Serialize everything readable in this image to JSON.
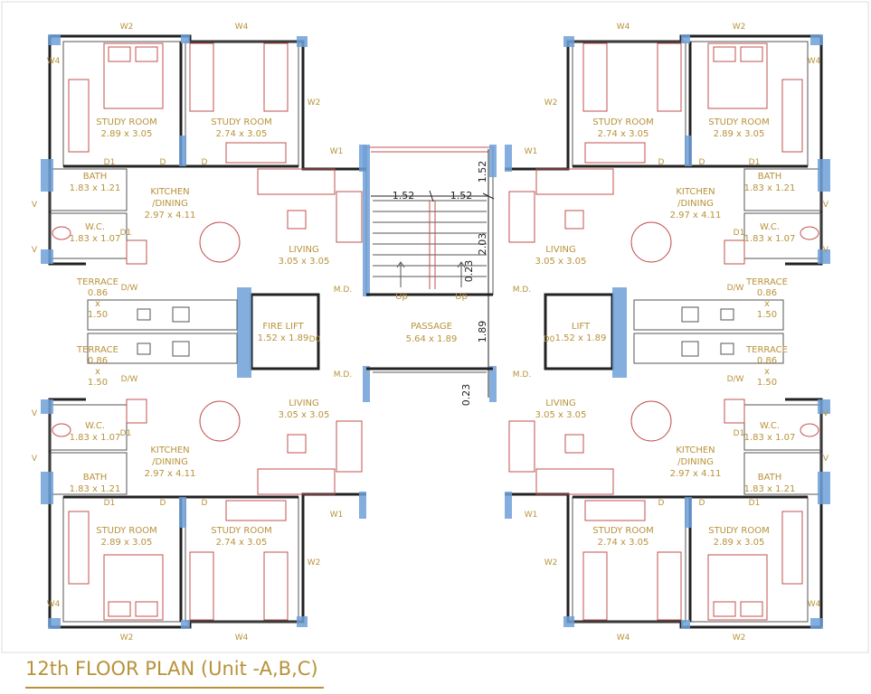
{
  "title": "12th FLOOR PLAN (Unit -A,B,C)",
  "colors": {
    "label": "#b8923a",
    "wall": "#222222",
    "window": "#6fa0d8",
    "furniture": "#c0504d"
  },
  "units": [
    {
      "id": "tl",
      "study1": "STUDY ROOM",
      "study1_dim": "2.89 x 3.05",
      "study2": "STUDY ROOM",
      "study2_dim": "2.74 x 3.05",
      "bath": "BATH",
      "bath_dim": "1.83 x 1.21",
      "wc": "W.C.",
      "wc_dim": "1.83 x 1.07",
      "kitchen": "KITCHEN",
      "kitchen2": "/DINING",
      "kitchen_dim": "2.97 x 4.11",
      "living": "LIVING",
      "living_dim": "3.05 x 3.05",
      "terrace": "TERRACE",
      "terrace_d1": "0.86",
      "terrace_x": "x",
      "terrace_d2": "1.50"
    },
    {
      "id": "tr",
      "study1": "STUDY ROOM",
      "study1_dim": "2.89 x 3.05",
      "study2": "STUDY ROOM",
      "study2_dim": "2.74 x 3.05",
      "bath": "BATH",
      "bath_dim": "1.83 x 1.21",
      "wc": "W.C.",
      "wc_dim": "1.83 x 1.07",
      "kitchen": "KITCHEN",
      "kitchen2": "/DINING",
      "kitchen_dim": "2.97 x 4.11",
      "living": "LIVING",
      "living_dim": "3.05 x 3.05",
      "terrace": "TERRACE",
      "terrace_d1": "0.86",
      "terrace_x": "x",
      "terrace_d2": "1.50"
    },
    {
      "id": "bl",
      "study1": "STUDY ROOM",
      "study1_dim": "2.89 x 3.05",
      "study2": "STUDY ROOM",
      "study2_dim": "2.74 x 3.05",
      "bath": "BATH",
      "bath_dim": "1.83 x 1.21",
      "wc": "W.C.",
      "wc_dim": "1.83 x 1.07",
      "kitchen": "KITCHEN",
      "kitchen2": "/DINING",
      "kitchen_dim": "2.97 x 4.11",
      "living": "LIVING",
      "living_dim": "3.05 x 3.05",
      "terrace": "TERRACE",
      "terrace_d1": "0.86",
      "terrace_x": "x",
      "terrace_d2": "1.50"
    },
    {
      "id": "br",
      "study1": "STUDY ROOM",
      "study1_dim": "2.89 x 3.05",
      "study2": "STUDY ROOM",
      "study2_dim": "2.74 x 3.05",
      "bath": "BATH",
      "bath_dim": "1.83 x 1.21",
      "wc": "W.C.",
      "wc_dim": "1.83 x 1.07",
      "kitchen": "KITCHEN",
      "kitchen2": "/DINING",
      "kitchen_dim": "2.97 x 4.11",
      "living": "LIVING",
      "living_dim": "3.05 x 3.05",
      "terrace": "TERRACE",
      "terrace_d1": "0.86",
      "terrace_x": "x",
      "terrace_d2": "1.50"
    }
  ],
  "core": {
    "passage": "PASSAGE",
    "passage_dim": "5.64 x 1.89",
    "fire_lift": "FIRE LIFT",
    "fire_lift_dim": "1.52 x 1.89",
    "lift": "LIFT",
    "lift_dim": "1.52 x 1.89",
    "up1": "Up",
    "up2": "Up",
    "md": "M.D.",
    "dw": "D/W",
    "d0": "D0",
    "d1": "D1",
    "d": "D",
    "v": "V",
    "w1": "W1",
    "w2": "W2",
    "w4": "W4"
  },
  "dimensions": {
    "stair_w1": "1.52",
    "stair_w2": "1.52",
    "stair_h1": "1.52",
    "stair_h2": "2.03",
    "gap1": "0.23",
    "passage_h": "1.89",
    "gap2": "0.23"
  }
}
